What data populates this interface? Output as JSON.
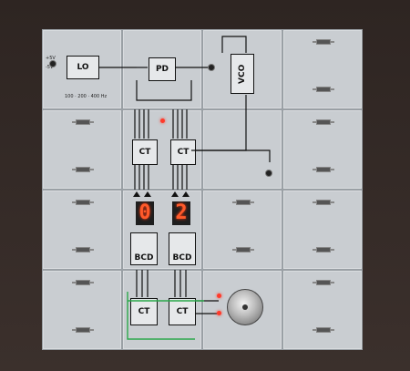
{
  "modules": {
    "lo": {
      "label": "LO",
      "freq_range": "100 · 200 · 400 Hz",
      "supply_plus": "+5V",
      "supply_minus": "-5V"
    },
    "pd": {
      "label": "PD"
    },
    "vco": {
      "label": "VCO"
    },
    "counters": {
      "ct_top_left": "CT",
      "ct_top_right": "CT",
      "ct_bottom_left": "CT",
      "ct_bottom_right": "CT"
    },
    "bcd": {
      "left": "BCD",
      "right": "BCD"
    },
    "display": {
      "digit_left": "0",
      "digit_right": "2"
    }
  },
  "colors": {
    "panel": "#c9cdd1",
    "wire": "#111111",
    "led": "#ff3a2a",
    "green_wire": "#2aa84a"
  }
}
